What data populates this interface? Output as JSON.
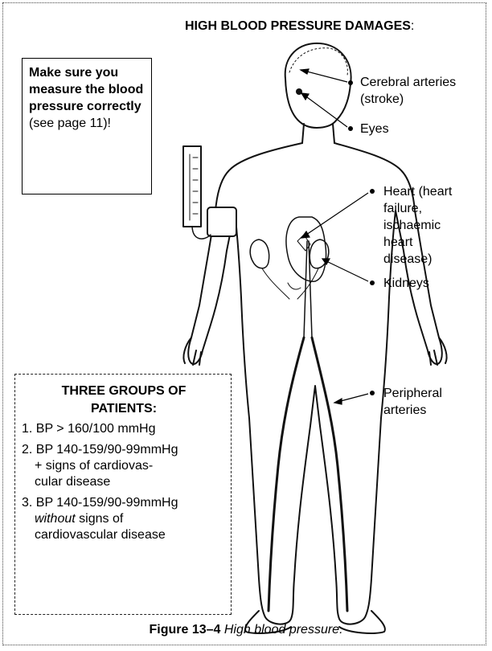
{
  "heading": {
    "text": "HIGH BLOOD PRESSURE DAMAGES",
    "colon": ":"
  },
  "note": {
    "bold_text": "Make sure you measure the blood pressure correctly",
    "normal_text": " (see page 11)!"
  },
  "labels": {
    "cerebral": [
      "Cerebral arteries",
      "(stroke)"
    ],
    "eyes": "Eyes",
    "heart": [
      "Heart (heart",
      "failure,",
      "ischaemic",
      "heart",
      "disease)"
    ],
    "kidneys": "Kidneys",
    "peripheral": [
      "Peripheral",
      "arteries"
    ]
  },
  "groups": {
    "title": [
      "THREE GROUPS OF",
      "PATIENTS:"
    ],
    "items": [
      {
        "number": "1.",
        "line1": "BP > 160/100 mmHg",
        "line2": "",
        "line3": ""
      },
      {
        "number": "2.",
        "line1": "BP 140-159/90-99mmHg",
        "line2": "+ signs of  cardiovas-",
        "line3": "cular disease"
      },
      {
        "number": "3.",
        "line1": "BP 140-159/90-99mmHg",
        "italic": "without",
        "line2": " signs of",
        "line3": "cardiovascular disease"
      }
    ]
  },
  "caption": {
    "label": "Figure 13–4",
    "text": " High blood pressure."
  }
}
